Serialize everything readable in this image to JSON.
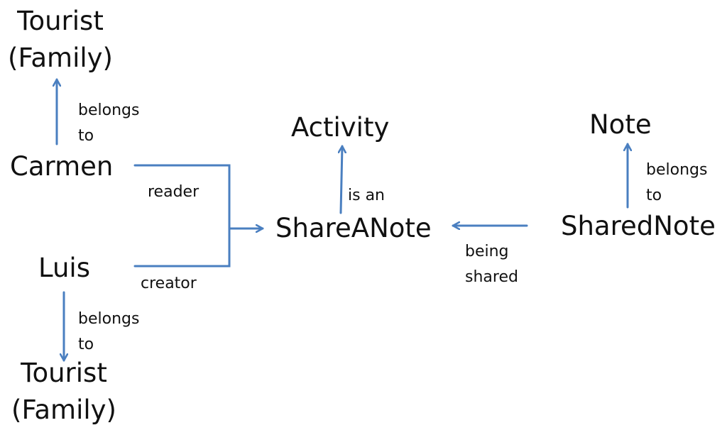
{
  "nodes": {
    "tourist_top": "Tourist\n(Family)",
    "carmen": "Carmen",
    "luis": "Luis",
    "tourist_bottom": "Tourist\n(Family)",
    "activity": "Activity",
    "shareanote": "ShareANote",
    "note": "Note",
    "sharednote": "SharedNote"
  },
  "edges": {
    "carmen_belongs": "belongs\nto",
    "luis_belongs": "belongs\nto",
    "reader": "reader",
    "creator": "creator",
    "is_an": "is an",
    "being_shared": "being\nshared",
    "sharednote_belongs": "belongs\nto"
  },
  "colors": {
    "arrow": "#4a7fc0",
    "text": "#111111"
  }
}
